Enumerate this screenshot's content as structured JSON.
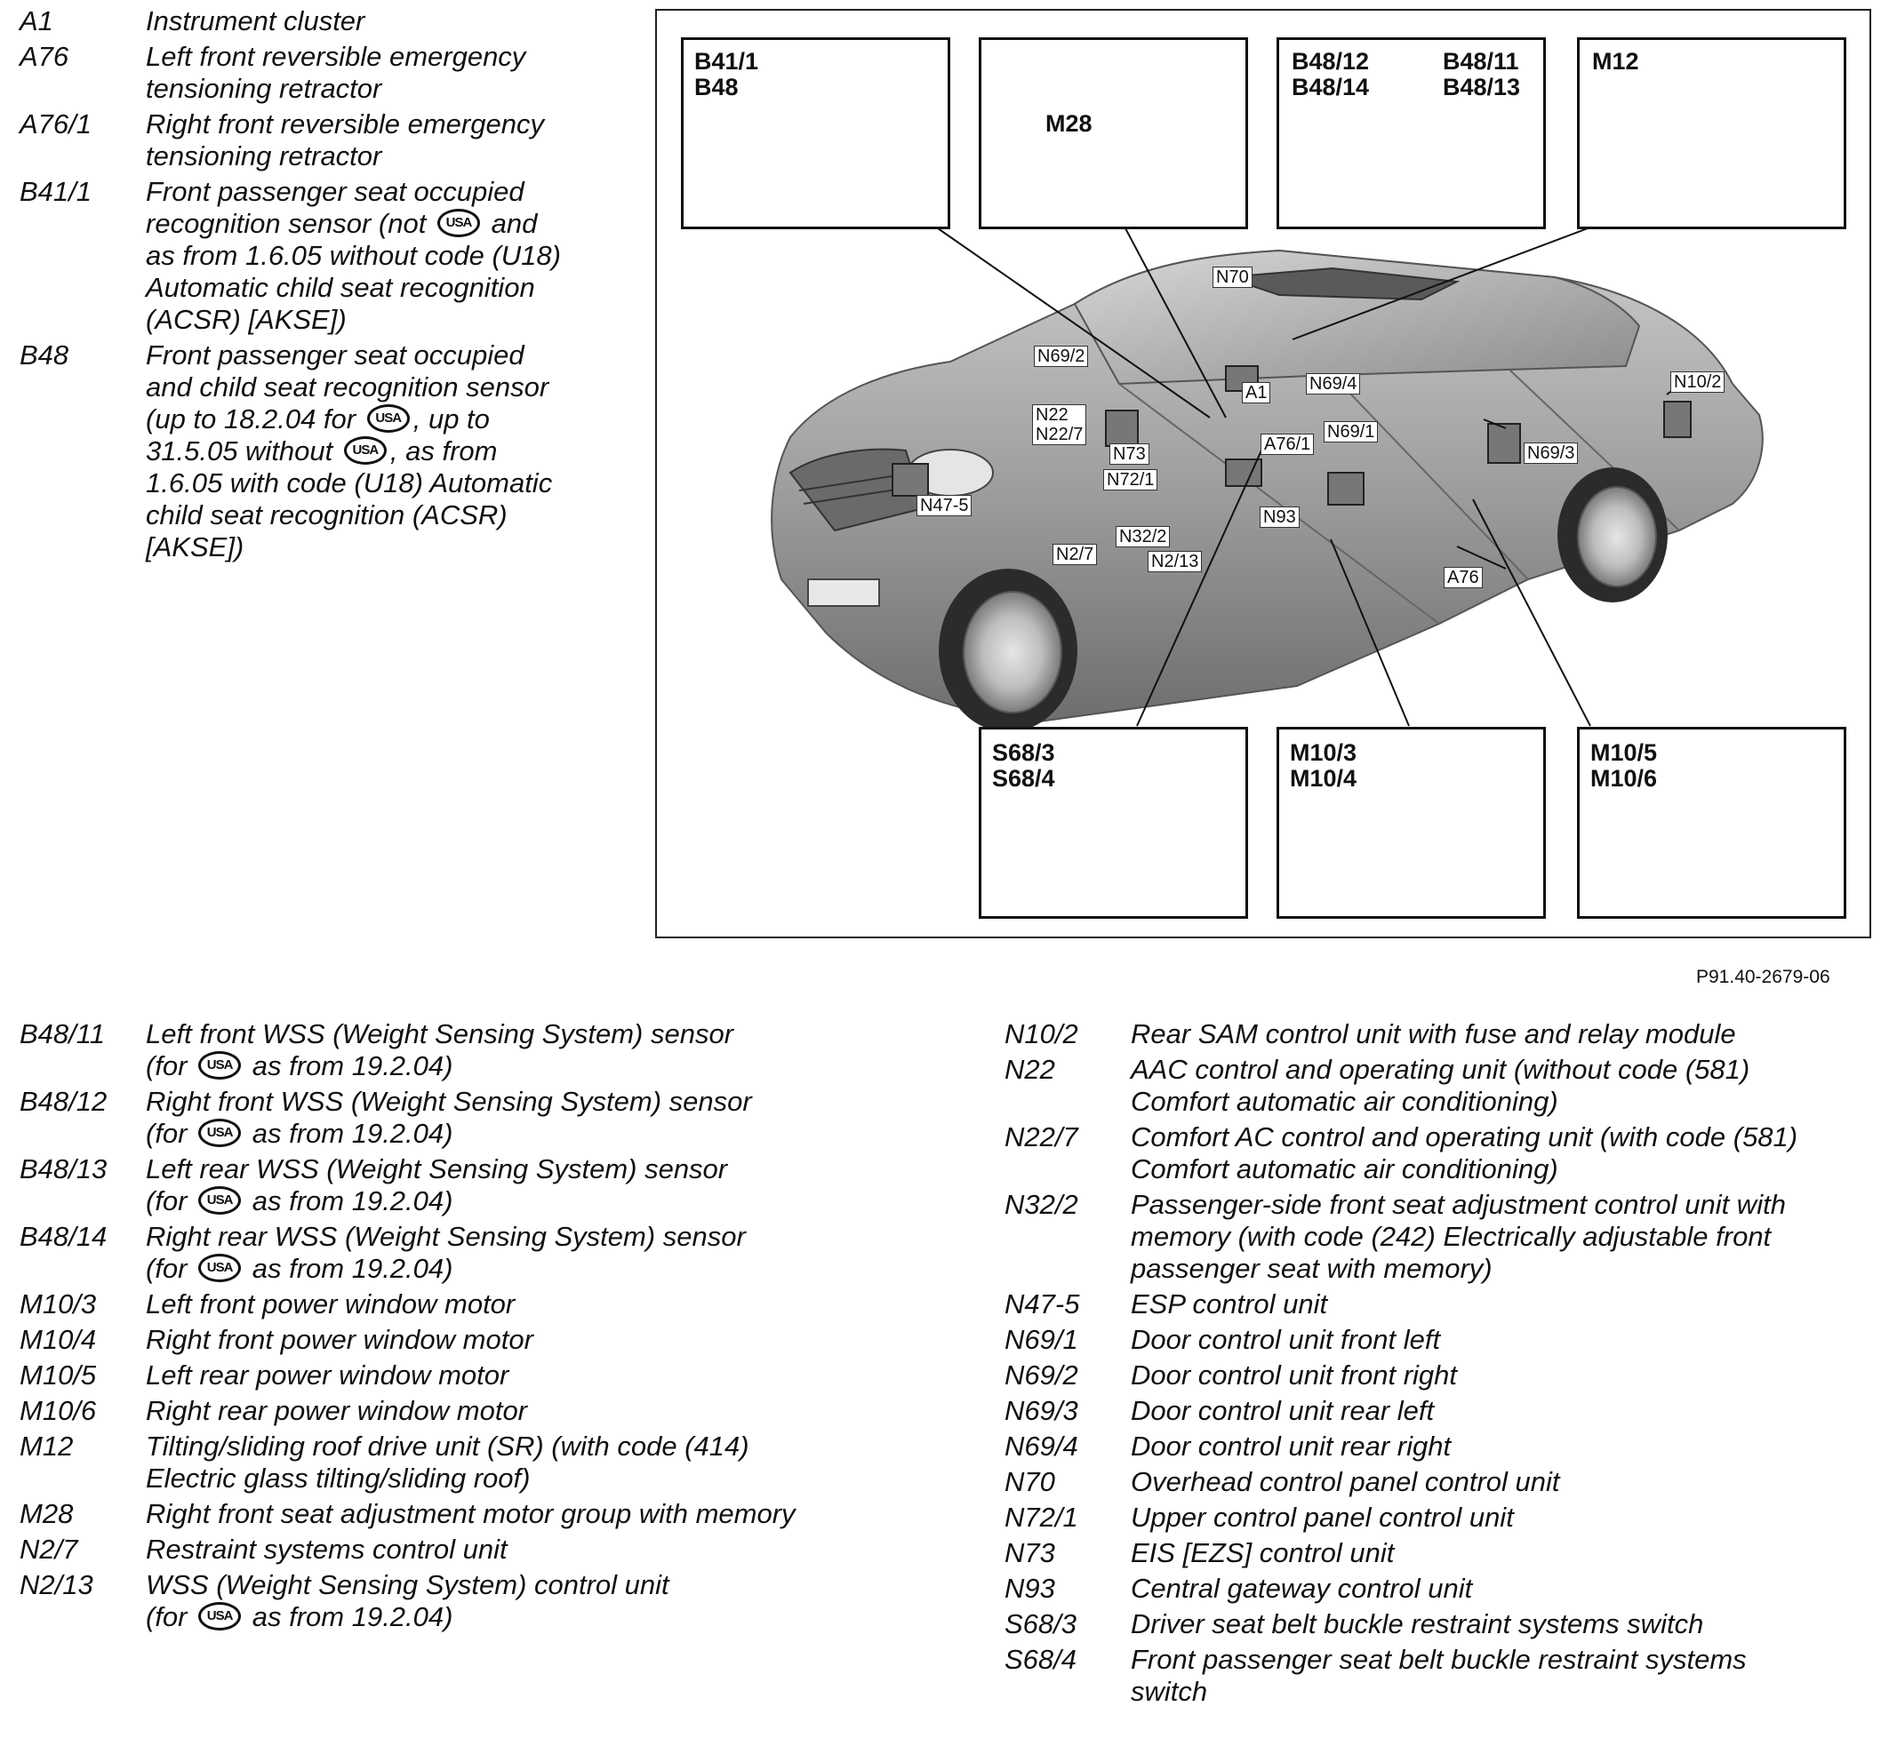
{
  "legend_top": [
    {
      "code": "A1",
      "text": "Instrument cluster"
    },
    {
      "code": "A76",
      "text": "Left front reversible emergency\ntensioning retractor"
    },
    {
      "code": "A76/1",
      "text": "Right front reversible emergency\ntensioning retractor"
    },
    {
      "code": "B41/1",
      "text_a": "Front passenger seat occupied\nrecognition sensor (not",
      "text_b": "and\nas from 1.6.05 without code (U18)\nAutomatic child seat recognition\n(ACSR) [AKSE])"
    },
    {
      "code": "B48",
      "text_a": "Front passenger seat occupied\nand child seat recognition sensor\n(up to 18.2.04 for",
      "text_b": ", up to\n31.5.05 without",
      "text_c": ", as from\n1.6.05 with code (U18) Automatic\nchild seat recognition (ACSR)\n[AKSE])"
    }
  ],
  "usa_badge": "USA",
  "figure_ref": "P91.40-2679-06",
  "insets": {
    "b41": "B41/1\nB48",
    "m28": "M28",
    "b48_left": "B48/12\nB48/14",
    "b48_right": "B48/11\nB48/13",
    "m12": "M12",
    "s68": "S68/3\nS68/4",
    "m10_34": "M10/3\nM10/4",
    "m10_56": "M10/5\nM10/6"
  },
  "callouts": {
    "n70": "N70",
    "n69_2": "N69/2",
    "a1": "A1",
    "n69_4": "N69/4",
    "n10_2": "N10/2",
    "n22": "N22\nN22/7",
    "n73": "N73",
    "a76_1": "A76/1",
    "n69_1": "N69/1",
    "n72_1": "N72/1",
    "n69_3": "N69/3",
    "n47_5": "N47-5",
    "n93": "N93",
    "n32_2": "N32/2",
    "n2_7": "N2/7",
    "n2_13": "N2/13",
    "a76": "A76"
  },
  "legend_bottom_left": [
    {
      "code": "B48/11",
      "text_a": "Left front WSS (Weight Sensing System) sensor\n(for",
      "text_b": "as from 19.2.04)"
    },
    {
      "code": "B48/12",
      "text_a": "Right front WSS (Weight Sensing System) sensor\n(for",
      "text_b": "as from 19.2.04)"
    },
    {
      "code": "B48/13",
      "text_a": "Left rear WSS (Weight Sensing System) sensor\n(for",
      "text_b": "as from 19.2.04)"
    },
    {
      "code": "B48/14",
      "text_a": "Right rear WSS (Weight Sensing System) sensor\n(for",
      "text_b": "as from 19.2.04)"
    },
    {
      "code": "M10/3",
      "text": "Left front power window motor"
    },
    {
      "code": "M10/4",
      "text": "Right front power window motor"
    },
    {
      "code": "M10/5",
      "text": "Left rear power window motor"
    },
    {
      "code": "M10/6",
      "text": "Right rear power window motor"
    },
    {
      "code": "M12",
      "text": "Tilting/sliding roof drive unit (SR) (with code (414)\nElectric glass tilting/sliding roof)"
    },
    {
      "code": "M28",
      "text": "Right front seat adjustment motor group with memory"
    },
    {
      "code": "N2/7",
      "text": "Restraint systems control unit"
    },
    {
      "code": "N2/13",
      "text_a": "WSS (Weight Sensing System) control unit\n(for",
      "text_b": "as from 19.2.04)"
    }
  ],
  "legend_bottom_right": [
    {
      "code": "N10/2",
      "text": "Rear SAM control unit with fuse and relay module"
    },
    {
      "code": "N22",
      "text": "AAC control and operating unit (without code (581)\nComfort automatic air conditioning)"
    },
    {
      "code": "N22/7",
      "text": "Comfort AC control and operating unit (with code (581)\nComfort automatic air conditioning)"
    },
    {
      "code": "N32/2",
      "text": "Passenger-side front seat adjustment control unit with\nmemory (with code (242) Electrically adjustable front\npassenger seat with memory)"
    },
    {
      "code": "N47-5",
      "text": "ESP control unit"
    },
    {
      "code": "N69/1",
      "text": "Door control unit front left"
    },
    {
      "code": "N69/2",
      "text": "Door control unit front right"
    },
    {
      "code": "N69/3",
      "text": "Door control unit rear left"
    },
    {
      "code": "N69/4",
      "text": "Door control unit rear right"
    },
    {
      "code": "N70",
      "text": "Overhead control panel control unit"
    },
    {
      "code": "N72/1",
      "text": "Upper control panel control unit"
    },
    {
      "code": "N73",
      "text": "EIS [EZS] control unit"
    },
    {
      "code": "N93",
      "text": "Central gateway control unit"
    },
    {
      "code": "S68/3",
      "text": "Driver seat belt buckle restraint systems switch"
    },
    {
      "code": "S68/4",
      "text": "Front passenger seat belt buckle restraint systems\nswitch"
    }
  ]
}
